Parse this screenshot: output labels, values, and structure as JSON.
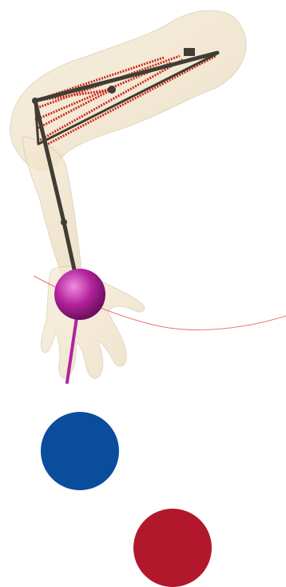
{
  "scene": {
    "subject": "arm-model",
    "colors": {
      "skin": "#efe2c8",
      "skin_outline": "#d9c9a8",
      "bone": "#3f3d34",
      "muscle": "#cc2a1b",
      "ball": "#b2239b",
      "rod": "#b2239b",
      "trajectory": "#e25555"
    }
  },
  "swatches": [
    {
      "name": "blue",
      "color": "#0a4d9c"
    },
    {
      "name": "red",
      "color": "#b2182b"
    }
  ]
}
